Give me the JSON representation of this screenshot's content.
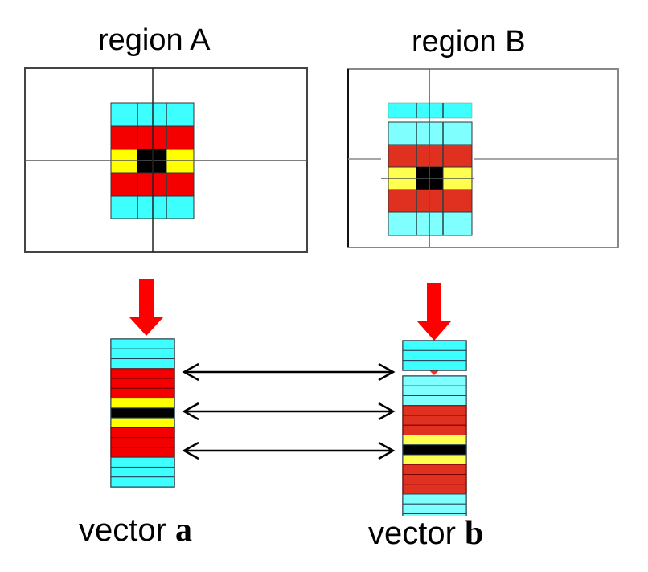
{
  "titles": {
    "region_a": "region A",
    "region_b": "region B"
  },
  "labels": {
    "vector_a_prefix": "vector ",
    "vector_a_symbol": "a",
    "vector_b_prefix": "vector ",
    "vector_b_symbol": "b"
  },
  "colors": {
    "cyan": "#3dffff",
    "light_cyan": "#80ffff",
    "red": "#f50000",
    "red_b": "#e03020",
    "yellow": "#ffff00",
    "yellow_b": "#ffff50",
    "black": "#000000",
    "arrow_red": "#ff0000",
    "frame": "#555555"
  },
  "region_a": {
    "rows": [
      "cyan",
      "red",
      "yellow",
      "red",
      "cyan"
    ],
    "center": "black"
  },
  "region_b": {
    "top_row": "cyan",
    "rows": [
      "light_cyan",
      "red_b",
      "yellow_b",
      "red_b",
      "light_cyan"
    ],
    "center": "black"
  },
  "vector_a": {
    "stripes": [
      "cyan",
      "cyan",
      "cyan",
      "red",
      "red",
      "red",
      "yellow",
      "black",
      "yellow",
      "red",
      "red",
      "red",
      "cyan",
      "cyan",
      "cyan"
    ]
  },
  "vector_b": {
    "top_stripes": [
      "cyan",
      "cyan",
      "cyan"
    ],
    "stripes": [
      "light_cyan",
      "light_cyan",
      "light_cyan",
      "red_b",
      "red_b",
      "red_b",
      "yellow_b",
      "black",
      "yellow_b",
      "red_b",
      "red_b",
      "red_b",
      "light_cyan",
      "light_cyan",
      "light_cyan"
    ]
  },
  "correspondences": 3
}
